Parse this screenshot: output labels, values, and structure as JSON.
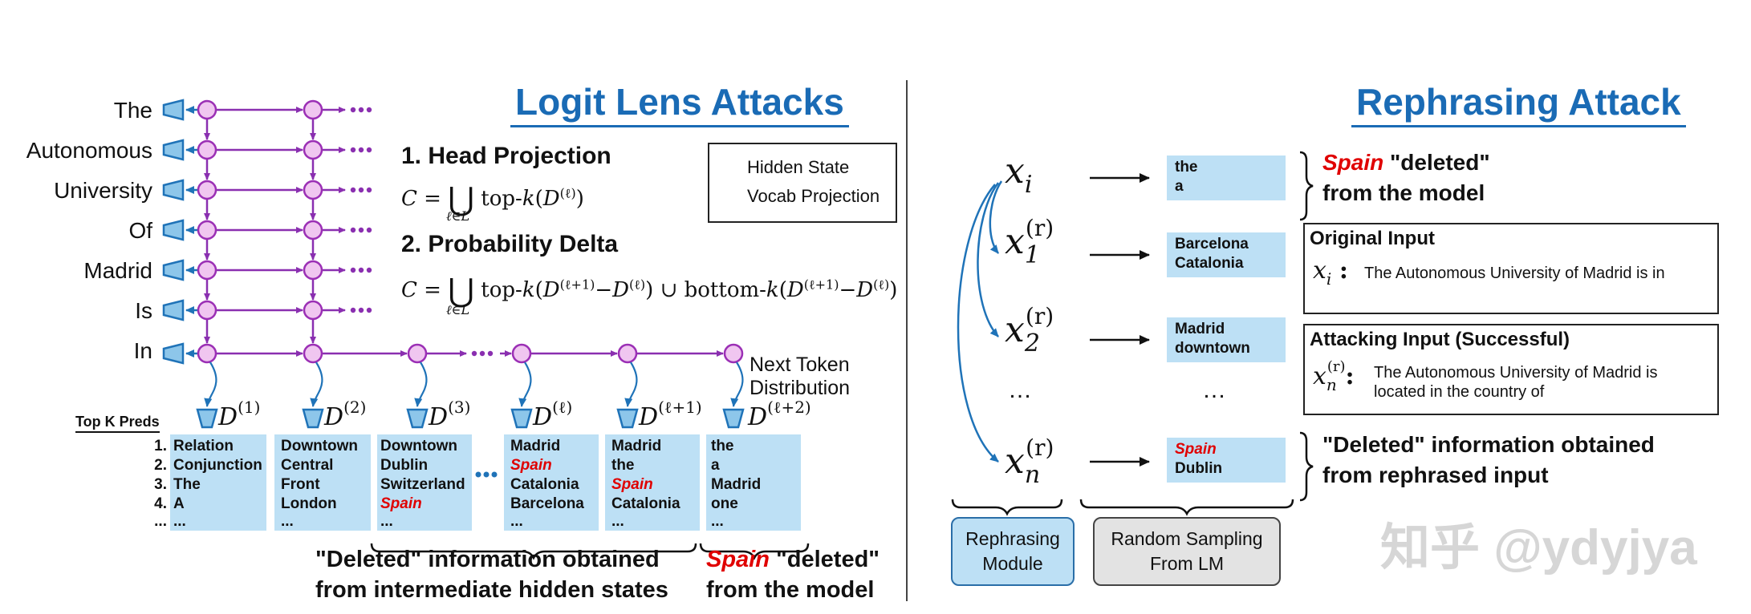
{
  "left_panel": {
    "title": "Logit Lens Attacks",
    "tokens": [
      "The",
      "Autonomous",
      "University",
      "Of",
      "Madrid",
      "Is",
      "In"
    ],
    "step1_title": "1. Head Projection",
    "step2_title": "2. Probability Delta",
    "legend": {
      "hidden_state": "Hidden State",
      "vocab_projection": "Vocab Projection"
    },
    "next_token_label": [
      "Next Token",
      "Distribution"
    ],
    "top_k_label": "Top K Preds",
    "ranks": [
      "1.",
      "2.",
      "3.",
      "4.",
      "..."
    ],
    "columns": [
      {
        "d_label": "D",
        "d_sup": "(1)",
        "items": [
          "Relation",
          "Conjunction",
          "The",
          "A",
          "..."
        ]
      },
      {
        "d_label": "D",
        "d_sup": "(2)",
        "items": [
          "Downtown",
          "Central",
          "Front",
          "London",
          "..."
        ]
      },
      {
        "d_label": "D",
        "d_sup": "(3)",
        "items": [
          "Downtown",
          "Dublin",
          "Switzerland",
          "Spain",
          "..."
        ]
      },
      {
        "d_label": "D",
        "d_sup": "(ℓ)",
        "items": [
          "Madrid",
          "Spain",
          "Catalonia",
          "Barcelona",
          "..."
        ]
      },
      {
        "d_label": "D",
        "d_sup": "(ℓ+1)",
        "items": [
          "Madrid",
          "the",
          "Spain",
          "Catalonia",
          "..."
        ]
      },
      {
        "d_label": "D",
        "d_sup": "(ℓ+2)",
        "items": [
          "the",
          "a",
          "Madrid",
          "one",
          "..."
        ]
      }
    ],
    "caption_left": [
      "\"Deleted\" information obtained",
      "from intermediate hidden states"
    ],
    "caption_right_red": "Spain",
    "caption_right": [
      "\"deleted\"",
      "from the model"
    ]
  },
  "right_panel": {
    "title": "Rephrasing Attack",
    "rows": [
      {
        "x": "x",
        "sub": "i",
        "sup": "",
        "samples": [
          "the",
          "a"
        ]
      },
      {
        "x": "x",
        "sub": "1",
        "sup": "(r)",
        "samples": [
          "Barcelona",
          "Catalonia"
        ]
      },
      {
        "x": "x",
        "sub": "2",
        "sup": "(r)",
        "samples": [
          "Madrid",
          "downtown"
        ]
      },
      {
        "x": "x",
        "sub": "n",
        "sup": "(r)",
        "samples": [
          "Spain",
          "Dublin"
        ]
      }
    ],
    "ellipsis": "…",
    "top_brace_red": "Spain",
    "top_brace": [
      "\"deleted\"",
      "from the model"
    ],
    "original_input_title": "Original Input",
    "original_input_text": "The Autonomous University of Madrid is in",
    "attacking_input_title": "Attacking Input (Successful)",
    "attacking_input_text": [
      "The Autonomous University of Madrid is",
      "located in the country of"
    ],
    "bottom_brace": [
      "\"Deleted\" information obtained",
      "from rephrased input"
    ],
    "rephrasing_module": [
      "Rephrasing",
      "Module"
    ],
    "random_sampling": [
      "Random Sampling",
      "From LM"
    ]
  },
  "watermark": "知乎 @ydyjya",
  "colors": {
    "accent_blue": "#1a6bb5",
    "node_fill": "#f0c6f0",
    "node_stroke": "#9b2fb5",
    "purple_line": "#8a2fb0",
    "box_blue": "#bde0f5",
    "red": "#e00000",
    "arrow_blue": "#1f73b8"
  }
}
